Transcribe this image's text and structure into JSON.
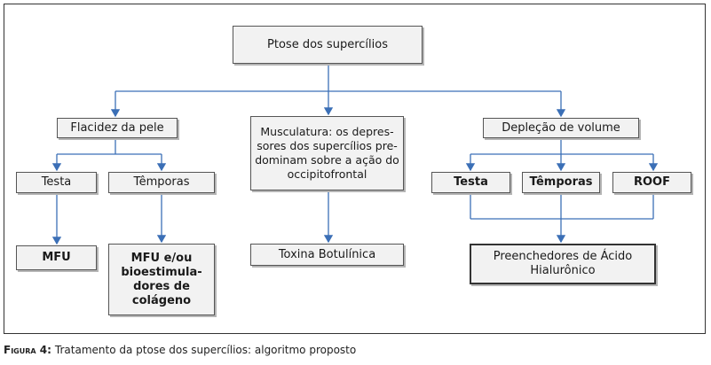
{
  "nodes": {
    "root": "Ptose dos supercílios",
    "flacidez": "Flacidez da pele",
    "musculatura": "Musculatura: os depres-sores dos supercílios pre-dominam sobre a ação do occipitofrontal",
    "deplecao": "Depleção de volume",
    "testa_left": "Testa",
    "temporas_left": "Têmporas",
    "mfu": "MFU",
    "mfu_bio": "MFU e/ou bioestimula-dores de colágeno",
    "toxina": "Toxina Botulínica",
    "testa_right": "Testa",
    "temporas_right": "Têmporas",
    "roof": "ROOF",
    "preenchedores": "Preenchedores de Ácido Hialurônico"
  },
  "caption": {
    "label": "Figura 4:",
    "text": "Tratamento da ptose dos supercílios: algoritmo proposto"
  },
  "colors": {
    "connector": "#3b6fb6",
    "box_fill": "#f2f2f2",
    "box_border": "#555555"
  }
}
